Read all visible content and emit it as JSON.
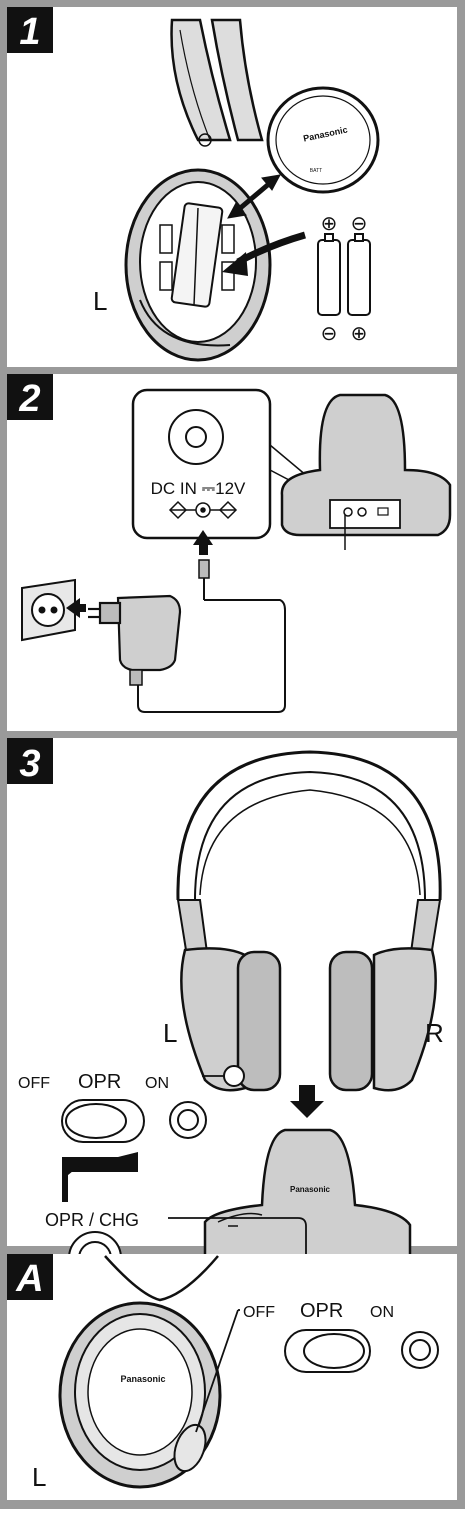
{
  "panels": [
    {
      "number": "1",
      "side_label": "L",
      "cover_brand": "Panasonic",
      "cover_marking": "BATT",
      "battery_polarity": {
        "top_left": "⊕",
        "top_right": "⊖",
        "bottom_left": "⊖",
        "bottom_right": "⊕"
      }
    },
    {
      "number": "2",
      "dc_in_label": "DC IN ⎓12V"
    },
    {
      "number": "3",
      "left_label": "L",
      "right_label": "R",
      "switch_labels": {
        "off": "OFF",
        "opr": "OPR",
        "on": "ON"
      },
      "charge_indicator_label": "OPR / CHG",
      "base_brand": "Panasonic"
    },
    {
      "number": "A",
      "side_label": "L",
      "earcup_brand": "Panasonic",
      "switch_labels": {
        "off": "OFF",
        "opr": "OPR",
        "on": "ON"
      }
    }
  ]
}
